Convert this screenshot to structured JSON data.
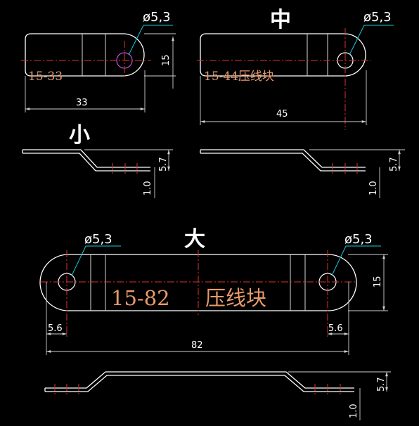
{
  "labels": {
    "size_small": "小",
    "size_medium": "中",
    "size_large": "大"
  },
  "parts": {
    "small": {
      "part_label": "15-33",
      "hole_diameter": "ø5,3",
      "length": "33",
      "width": "15",
      "bend_height": "5.7",
      "thickness": "1.0"
    },
    "medium": {
      "part_label": "15-44压线块",
      "hole_diameter": "ø5,3",
      "length": "45",
      "bend_height": "5.7",
      "thickness": "1.0"
    },
    "large": {
      "part_label_code": "15-82",
      "part_label_name": "压线块",
      "hole_diameter_left": "ø5,3",
      "hole_diameter_right": "ø5,3",
      "length": "82",
      "width": "15",
      "hole_offset_left": "5.6",
      "hole_offset_right": "5.6",
      "bend_height": "5.7",
      "thickness": "1.0"
    }
  },
  "colors": {
    "background": "#000000",
    "outline": "#ffffff",
    "centerline": "#e03030",
    "leader": "#16c8d6",
    "part_text": "#e89a6a"
  }
}
